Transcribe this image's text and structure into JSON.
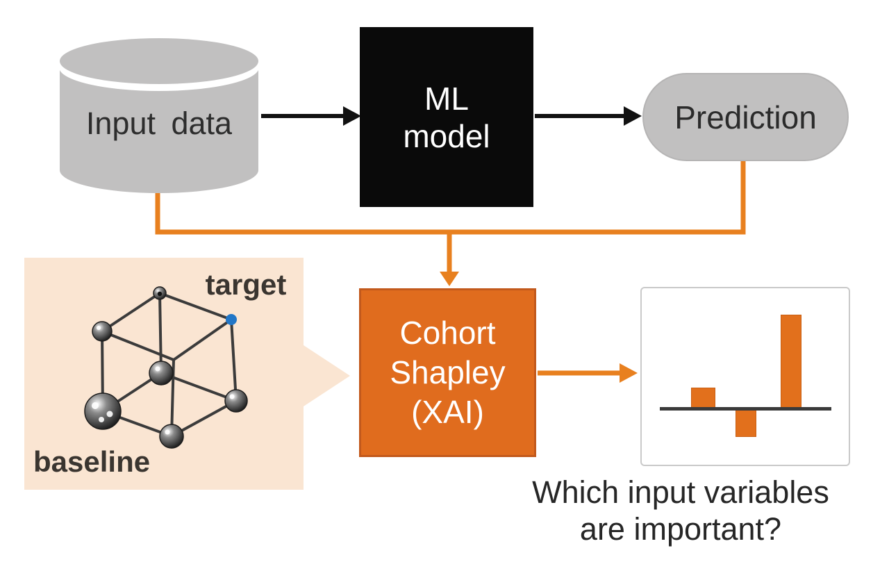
{
  "diagram": {
    "input_data": {
      "label": "Input data"
    },
    "ml_model": {
      "lines": [
        "ML",
        "model"
      ]
    },
    "prediction": {
      "label": "Prediction"
    },
    "cohort_shapley": {
      "lines": [
        "Cohort",
        "Shapley",
        "(XAI)"
      ]
    },
    "cube_panel": {
      "target_label": "target",
      "baseline_label": "baseline"
    },
    "question": {
      "lines": [
        "Which input variables",
        "are important?"
      ]
    }
  },
  "colors": {
    "orange_connector": "#e8801f",
    "orange_box_fill": "#e06c1e",
    "orange_box_border": "#c2591c",
    "peach_panel": "#fae5d2",
    "gray_shape": "#c1c0c0",
    "black_box": "#0a0a0a",
    "text_dark": "#2d2d2d",
    "label_dark": "#3a3530",
    "target_dot_blue": "#2176c7",
    "bar_orange": "#e2701c",
    "axis_dark": "#3a3a3a",
    "chart_border_gray": "#c9c9c9"
  },
  "chart_data": {
    "type": "bar",
    "title": "",
    "categories": [
      "",
      "",
      ""
    ],
    "values": [
      0.22,
      -0.29,
      1.0
    ],
    "xlabel": "",
    "ylabel": "",
    "ylim": [
      -0.4,
      1.1
    ],
    "tick_labels": false,
    "gridlines": false,
    "legend": false,
    "baseline_axis": true
  }
}
